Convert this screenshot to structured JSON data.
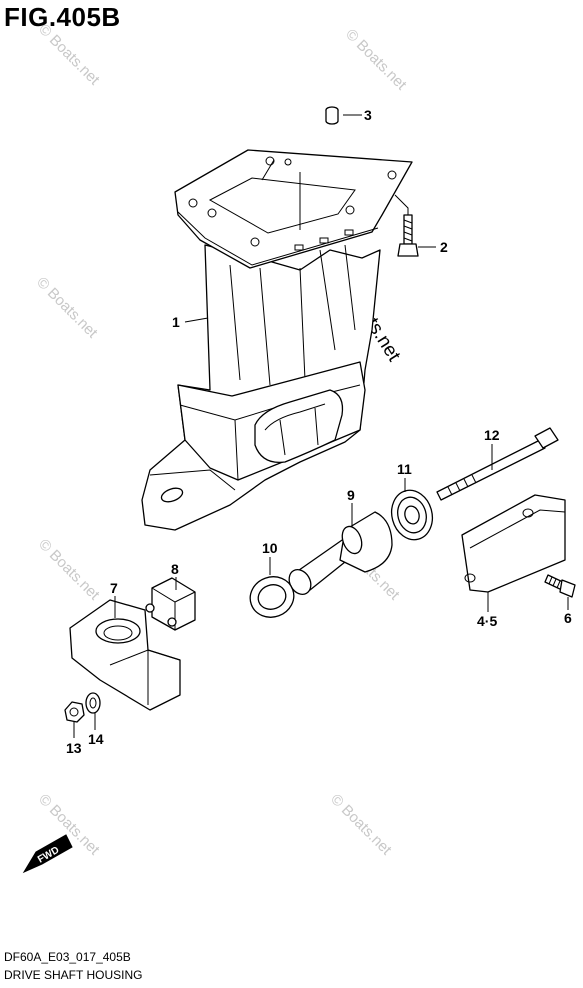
{
  "figure": {
    "title": "FIG.405B",
    "code": "DF60A_E03_017_405B",
    "caption": "DRIVE SHAFT HOUSING"
  },
  "watermark": {
    "text": "© Boats.net",
    "color": "#c8c8c8"
  },
  "direction_badge": "FWD",
  "callouts": {
    "c1": "1",
    "c2": "2",
    "c3": "3",
    "c45": "4·5",
    "c6": "6",
    "c7": "7",
    "c8": "8",
    "c9": "9",
    "c10": "10",
    "c11": "11",
    "c12": "12",
    "c13": "13",
    "c14": "14"
  }
}
